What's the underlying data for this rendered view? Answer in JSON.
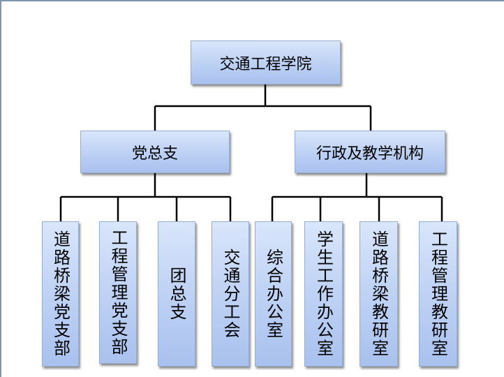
{
  "root": {
    "label": "交通工程学院"
  },
  "branches": [
    {
      "label": "党总支",
      "children": [
        "道路桥梁党支部",
        "工程管理党支部",
        "团总支",
        "交通分工会"
      ]
    },
    {
      "label": "行政及教学机构",
      "children": [
        "综合办公室",
        "学生工作办公室",
        "道路桥梁教研室",
        "工程管理教研室"
      ]
    }
  ],
  "colors": {
    "box_top": "#d9e6fb",
    "box_bottom": "#a9c1ee",
    "border": "#95aed4",
    "line": "#000000"
  }
}
